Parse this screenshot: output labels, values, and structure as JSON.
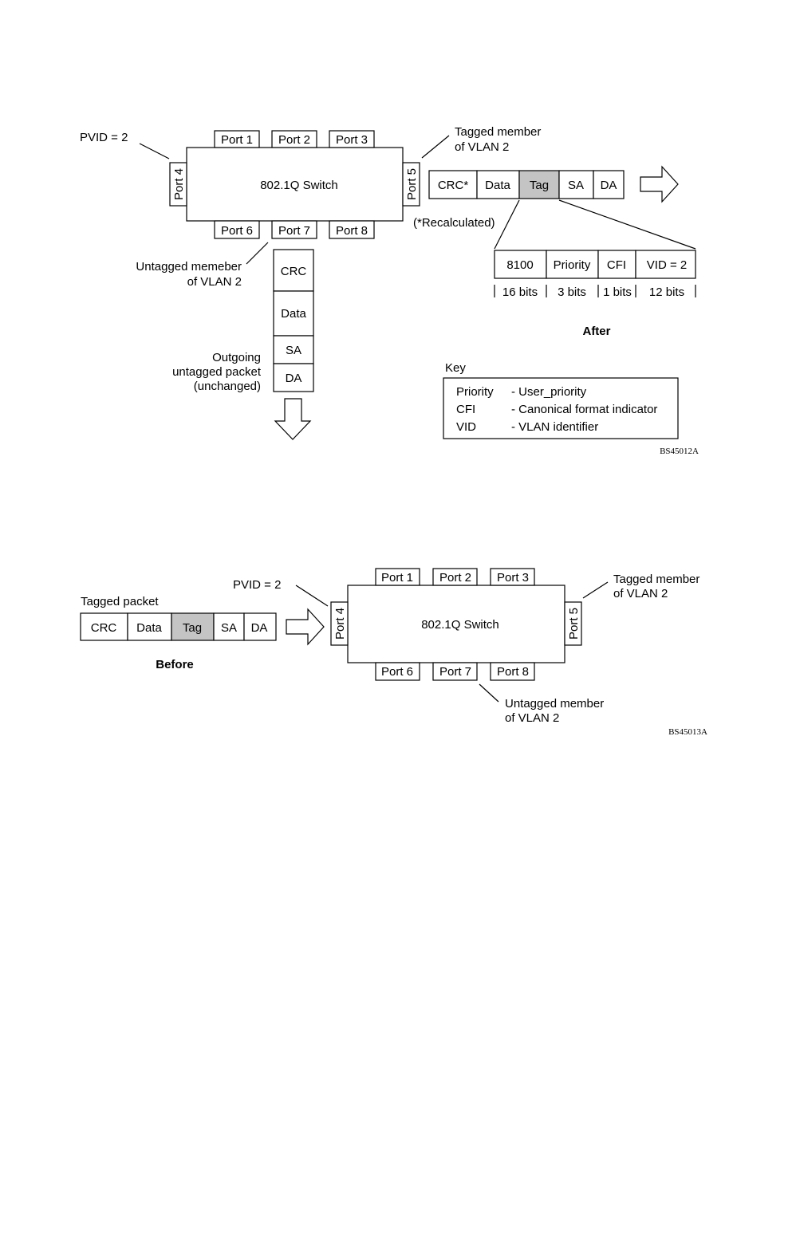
{
  "figure1": {
    "pvid": "PVID = 2",
    "switch_label": "802.1Q Switch",
    "ports": {
      "p1": "Port 1",
      "p2": "Port 2",
      "p3": "Port 3",
      "p4": "Port 4",
      "p5": "Port 5",
      "p6": "Port 6",
      "p7": "Port 7",
      "p8": "Port 8"
    },
    "tagged_member": [
      "Tagged member",
      "of VLAN 2"
    ],
    "untagged_member": [
      "Untagged memeber",
      "of VLAN 2"
    ],
    "tagged_packet_fields": [
      "CRC*",
      "Data",
      "Tag",
      "SA",
      "DA"
    ],
    "recalculated": "(*Recalculated)",
    "tag_fields": [
      "8100",
      "Priority",
      "CFI",
      "VID = 2"
    ],
    "tag_bits": [
      "16 bits",
      "3 bits",
      "1 bits",
      "12 bits"
    ],
    "after_label": "After",
    "untagged_packet_fields": [
      "CRC",
      "Data",
      "SA",
      "DA"
    ],
    "outgoing_label": [
      "Outgoing",
      "untagged packet",
      "(unchanged)"
    ],
    "key": {
      "title": "Key",
      "rows": [
        {
          "term": "Priority",
          "desc": "- User_priority"
        },
        {
          "term": "CFI",
          "desc": "- Canonical format indicator"
        },
        {
          "term": "VID",
          "desc": "- VLAN identifier"
        }
      ]
    },
    "figure_id": "BS45012A"
  },
  "figure2": {
    "tagged_packet_label": "Tagged packet",
    "packet_fields": [
      "CRC",
      "Data",
      "Tag",
      "SA",
      "DA"
    ],
    "before_label": "Before",
    "pvid": "PVID = 2",
    "switch_label": "802.1Q Switch",
    "ports": {
      "p1": "Port 1",
      "p2": "Port 2",
      "p3": "Port 3",
      "p4": "Port 4",
      "p5": "Port 5",
      "p6": "Port 6",
      "p7": "Port 7",
      "p8": "Port 8"
    },
    "tagged_member": [
      "Tagged member",
      "of VLAN 2"
    ],
    "untagged_member": [
      "Untagged member",
      "of VLAN 2"
    ],
    "figure_id": "BS45013A"
  }
}
